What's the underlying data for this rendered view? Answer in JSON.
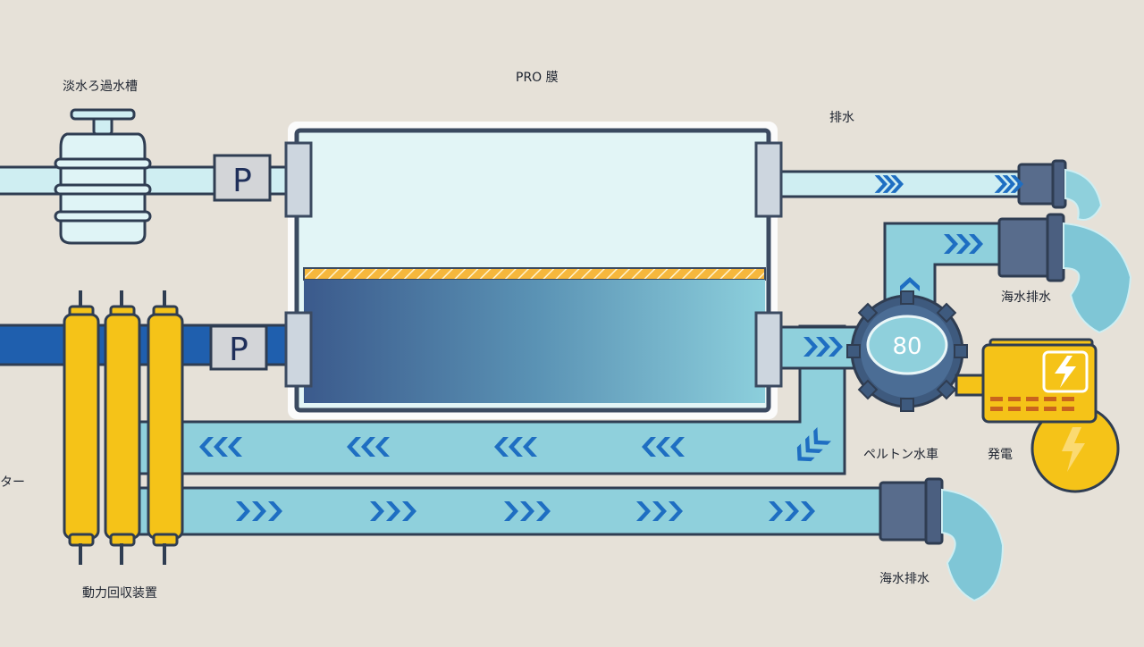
{
  "labels": {
    "freshwater_tank": "淡水ろ過水槽",
    "membrane": "PRO 膜",
    "drain": "排水",
    "seawater_drain_upper": "海水排水",
    "pelton_wheel": "ペルトン水車",
    "generation": "発電",
    "seawater_drain_lower": "海水排水",
    "power_recovery": "動力回収装置",
    "left_cut": "ター"
  },
  "pump_labels": {
    "upper": "P",
    "lower": "P"
  },
  "turbine": {
    "reading": "80"
  },
  "colors": {
    "background": "#e6e1d8",
    "fresh_pipe": "#cfeef2",
    "sea_pipe": "#8fd0dc",
    "high_pressure_pipe": "#1f5fae",
    "outline": "#2f3d52",
    "yellow": "#f5c318",
    "chevron": "#1e6ec2"
  }
}
